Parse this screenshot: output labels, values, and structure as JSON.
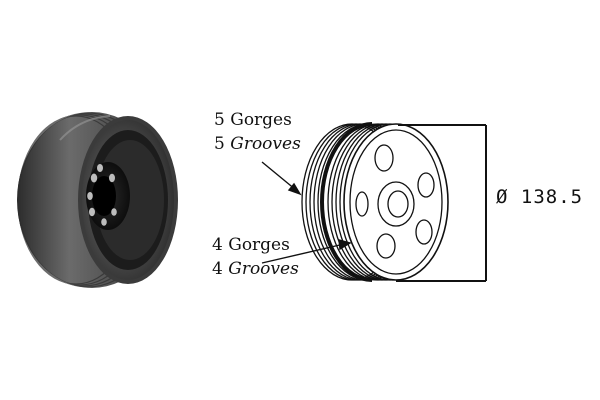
{
  "labels": {
    "top": {
      "line1_num": "5",
      "line1_word": "Gorges",
      "line2_num": "5",
      "line2_word": "Grooves"
    },
    "bottom": {
      "line1_num": "4",
      "line1_word": "Gorges",
      "line2_num": "4",
      "line2_word": "Grooves"
    }
  },
  "dimension": {
    "diameter_text": "Ø 138.5"
  },
  "colors": {
    "photo_rubber": "#3a3a3a",
    "photo_rim": "#1a1a1a",
    "line_art": "#111111"
  },
  "icons": {
    "photo": "vibration-damper-pulley-photo",
    "drawing": "pulley-line-drawing",
    "arrows": "callout-arrow"
  }
}
